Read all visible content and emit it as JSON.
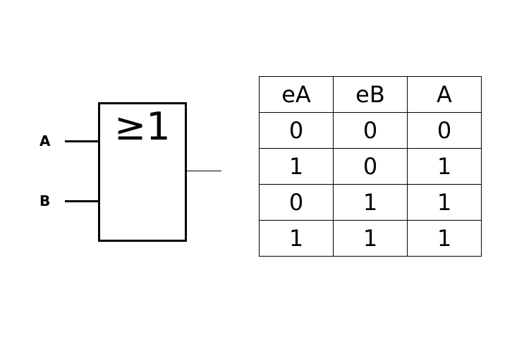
{
  "gate": {
    "symbol": "≥1",
    "input_a": "A",
    "input_b": "B"
  },
  "truth_table": {
    "headers": [
      "eA",
      "eB",
      "A"
    ],
    "rows": [
      [
        "0",
        "0",
        "0"
      ],
      [
        "1",
        "0",
        "1"
      ],
      [
        "0",
        "1",
        "1"
      ],
      [
        "1",
        "1",
        "1"
      ]
    ]
  }
}
